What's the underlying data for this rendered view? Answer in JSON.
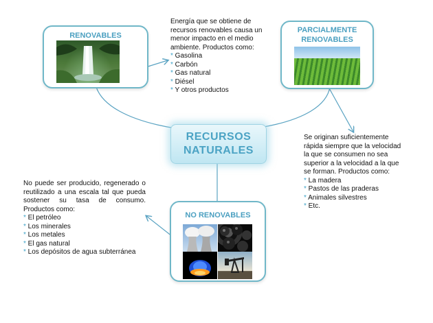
{
  "diagram": {
    "center": {
      "title_line1": "RECURSOS",
      "title_line2": "NATURALES"
    },
    "renovables": {
      "title": "RENOVABLES",
      "description": "Energía que se obtiene de recursos renovables causa un menor impacto en el medio ambiente. Productos como:",
      "items": [
        "Gasolina",
        "Carbón",
        "Gas natural",
        "Diésel",
        "Y otros productos"
      ]
    },
    "parcialmente": {
      "title_line1": "PARCIALMENTE",
      "title_line2": "RENOVABLES",
      "description": "Se originan suficientemente rápida siempre que la velocidad la que se consumen no sea superior a la velocidad a la que se forman. Productos como:",
      "items": [
        "La madera",
        "Pastos de las praderas",
        "Animales silvestres",
        "Etc."
      ]
    },
    "no_renovables": {
      "title": "NO RENOVABLES",
      "description": "No puede ser producido, regenerado o reutilizado a una escala tal que pueda sostener su tasa de consumo. Productos como:",
      "items": [
        "El petróleo",
        "Los minerales",
        "Los metales",
        "El gas natural",
        "Los depósitos de agua subterránea"
      ]
    }
  },
  "colors": {
    "accent": "#4a9fc0",
    "border": "#6fb7c8",
    "connector": "#5aa3c2",
    "bullet": "#3fa3c8"
  }
}
